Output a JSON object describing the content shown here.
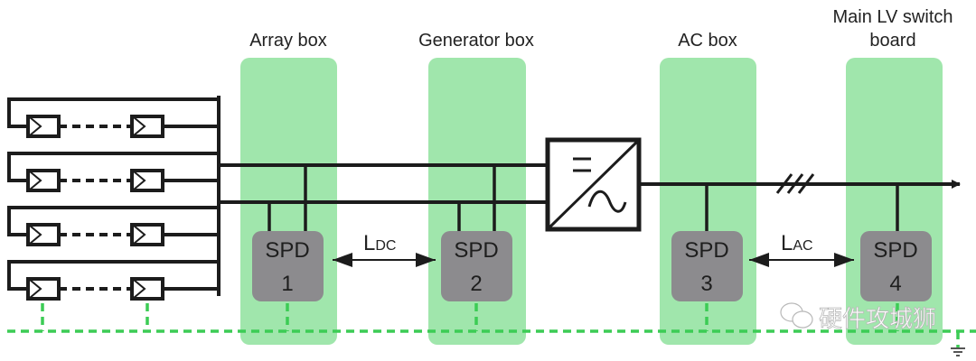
{
  "colors": {
    "box_fill": "#a0e6ac",
    "spd_fill": "#8c8b8e",
    "wire": "#1c1c1c",
    "earth_dash": "#3ccc55"
  },
  "zones": [
    {
      "id": "array-box",
      "label_lines": [
        "Array box"
      ]
    },
    {
      "id": "generator-box",
      "label_lines": [
        "Generator box"
      ]
    },
    {
      "id": "ac-box",
      "label_lines": [
        "AC box"
      ]
    },
    {
      "id": "main-lv-switch-board",
      "label_lines": [
        "Main LV switch",
        "board"
      ]
    }
  ],
  "spds": [
    {
      "line1": "SPD",
      "line2": "1"
    },
    {
      "line1": "SPD",
      "line2": "2"
    },
    {
      "line1": "SPD",
      "line2": "3"
    },
    {
      "line1": "SPD",
      "line2": "4"
    }
  ],
  "distances": {
    "dc": {
      "main": "L",
      "sub": "DC"
    },
    "ac": {
      "main": "L",
      "sub": "AC"
    }
  },
  "pv_strings": {
    "count": 4,
    "modules_shown_per_string": 2
  },
  "icons": {
    "inverter": "dc-ac-inverter-icon",
    "three_phase": "three-phase-marker-icon",
    "earth": "earth-ground-icon",
    "watermark": "wechat-icon"
  },
  "watermark": {
    "text": "硬件攻城狮"
  }
}
